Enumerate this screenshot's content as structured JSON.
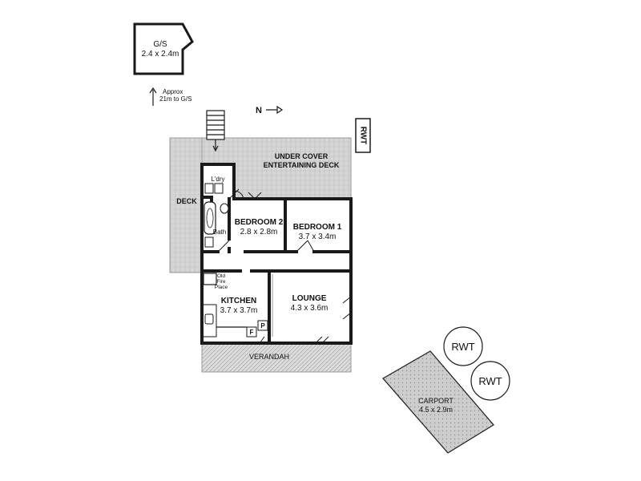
{
  "shed": {
    "name": "G/S",
    "size": "2.4 x 2.4m"
  },
  "approx": {
    "line1": "Approx",
    "line2": "21m to G/S"
  },
  "north": {
    "label": "N"
  },
  "rwt_box": {
    "label": "RWT"
  },
  "under_cover": {
    "line1": "UNDER COVER",
    "line2": "ENTERTAINING DECK"
  },
  "deck": {
    "label": "DECK"
  },
  "laundry": {
    "label": "L'dry"
  },
  "bath": {
    "label": "Bath"
  },
  "bedroom2": {
    "name": "BEDROOM 2",
    "size": "2.8 x 2.8m"
  },
  "bedroom1": {
    "name": "BEDROOM 1",
    "size": "3.7 x 3.4m"
  },
  "fireplace": {
    "line1": "Old",
    "line2": "Fire",
    "line3": "Place"
  },
  "kitchen": {
    "name": "KITCHEN",
    "size": "3.7 x 3.7m"
  },
  "lounge": {
    "name": "LOUNGE",
    "size": "4.3 x 3.6m"
  },
  "pantry": {
    "label": "P"
  },
  "fridge": {
    "label": "F"
  },
  "verandah": {
    "label": "VERANDAH"
  },
  "rwt1": {
    "label": "RWT"
  },
  "rwt2": {
    "label": "RWT"
  },
  "carport": {
    "name": "CARPORT",
    "size": "4.5 x 2.9m"
  },
  "colors": {
    "wall": "#1a1a1a",
    "deck": "#d4d4d4",
    "carport": "#cfcfcf"
  }
}
